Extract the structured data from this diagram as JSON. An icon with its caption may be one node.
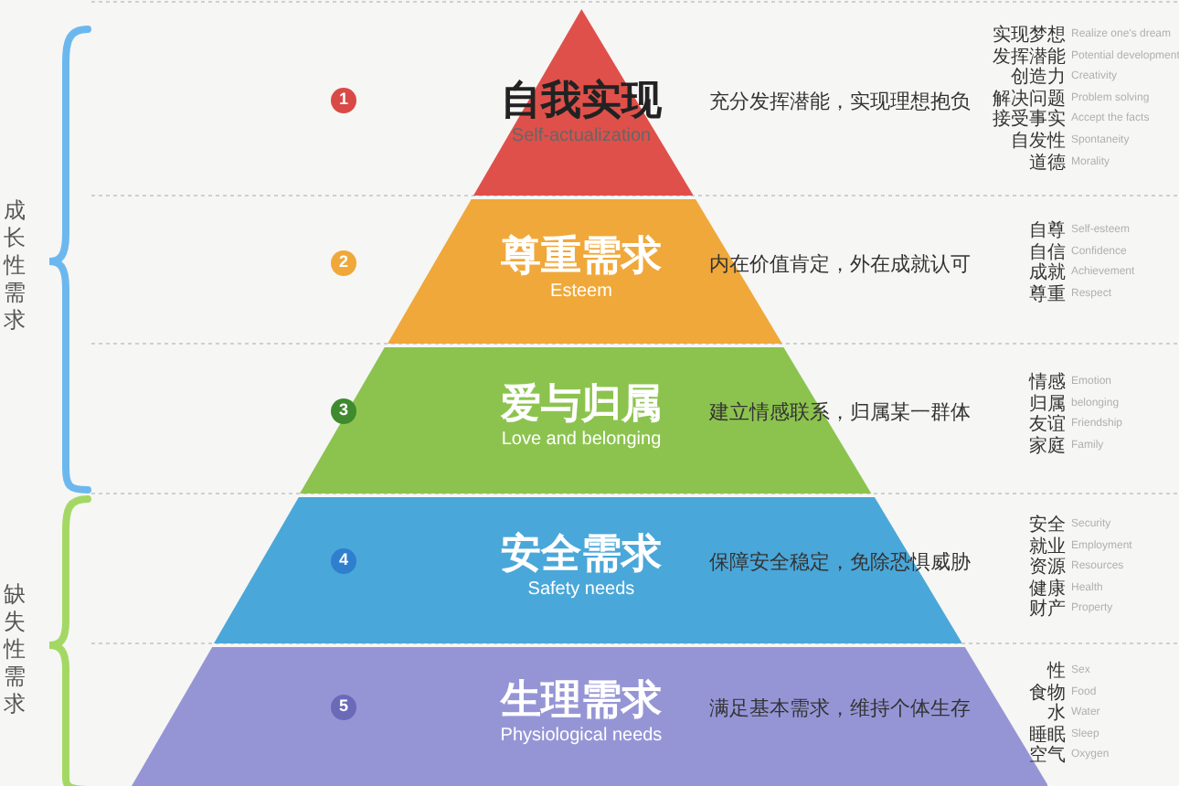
{
  "diagram": {
    "nodes": [
      {
        "text": [
          "自我实现",
          "Self-actualization",
          "充分发挥潜能，实现理想抱负"
        ]
      },
      {
        "text": [
          "尊重需求",
          "Esteem",
          "内在价值肯定，外在成就认可"
        ]
      },
      {
        "text": [
          "爱与归属",
          "Love and belonging",
          "建立情感联系，归属某一群体"
        ]
      },
      {
        "text": [
          "安全需求",
          "Safety needs",
          "保障安全稳定，免除恐惧威胁"
        ]
      },
      {
        "text": [
          "生理需求",
          "Physiological needs",
          "满足基本需求，维持个体生存"
        ]
      }
    ],
    "edges": [],
    "labels": [
      "成长性需求",
      "缺失性需求",
      "1",
      "2",
      "3",
      "4",
      "5",
      "实现梦想",
      "Realize one's dream",
      "发挥潜能",
      "Potential development",
      "创造力",
      "Creativity",
      "解决问题",
      "Problem solving",
      "接受事实",
      "Accept the facts",
      "自发性",
      "Spontaneity",
      "道德",
      "Morality",
      "自尊",
      "Self-esteem",
      "自信",
      "Confidence",
      "成就",
      "Achievement",
      "尊重",
      "Respect",
      "情感",
      "Emotion",
      "归属",
      "belonging",
      "友谊",
      "Friendship",
      "家庭",
      "Family",
      "安全",
      "Security",
      "就业",
      "Employment",
      "资源",
      "Resources",
      "健康",
      "Health",
      "财产",
      "Property",
      "性",
      "Sex",
      "食物",
      "Food",
      "水",
      "Water",
      "睡眠",
      "Sleep",
      "空气",
      "Oxygen"
    ]
  }
}
